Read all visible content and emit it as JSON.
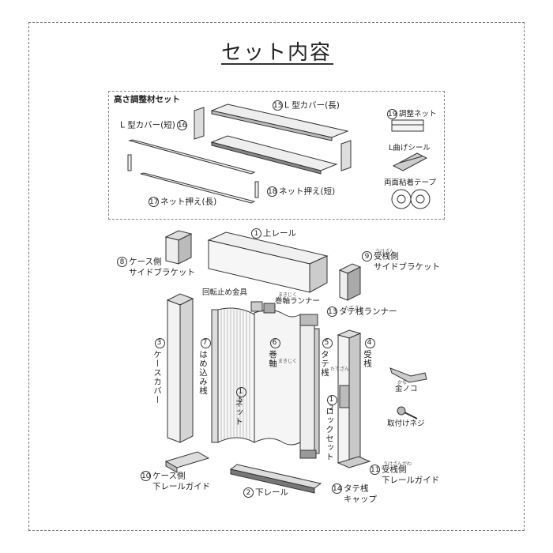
{
  "title": "セット内容",
  "subset": {
    "title": "高さ調整材セット",
    "l_cover_long": {
      "num": "15",
      "text": "L 型カバー(長)"
    },
    "l_cover_short": {
      "num": "16",
      "text": "L 型カバー(短)"
    },
    "net_press_long": {
      "num": "17",
      "text": "ネット押え(長)"
    },
    "net_press_short": {
      "num": "18",
      "text": "ネット押え(短)"
    },
    "adjust_net": {
      "num": "19",
      "text": "調整ネット"
    },
    "l_seal": "L曲げシール",
    "tape": "両面粘着テープ"
  },
  "parts": {
    "top_rail": {
      "num": "1",
      "text": "上レール"
    },
    "bottom_rail": {
      "num": "2",
      "text": "下レール"
    },
    "case_cover": {
      "num": "3",
      "text": "ケースカバー"
    },
    "receiver": {
      "num": "4",
      "text": "受桟"
    },
    "vertical_bar": {
      "num": "5",
      "text": "タテ桟"
    },
    "roller": {
      "num": "6",
      "text": "巻軸"
    },
    "fitting_bar": {
      "num": "7",
      "text": "はめ込み桟"
    },
    "case_bracket": {
      "num": "8",
      "line1": "ケース側",
      "line2": "サイドブラケット"
    },
    "receiver_bracket": {
      "num": "9",
      "line1": "受桟側",
      "line2": "サイドブラケット"
    },
    "case_guide": {
      "num": "10",
      "line1": "ケース側",
      "line2": "下レールガイド"
    },
    "receiver_guide": {
      "num": "11",
      "line1": "受桟側",
      "line2": "下レールガイド"
    },
    "lock_set": {
      "num": "12",
      "text": "ロックセット"
    },
    "vertical_runner": {
      "num": "13",
      "text": "タテ桟ランナー"
    },
    "vertical_cap": {
      "num": "14",
      "line1": "タテ桟",
      "line2": "キャップ"
    },
    "net": {
      "num": "15",
      "text": "ネット"
    },
    "rotation_stop": "回転止め金具",
    "roller_runner": "巻軸ランナー",
    "saw": "金ノコ",
    "screw": "取付けネジ"
  },
  "ruby": {
    "receiver": "うけざん",
    "roller": "まきじく",
    "vertical": "たてざん",
    "ukezan_small": "うけざんがわ",
    "makijiku": "まきじく",
    "tate": "たてざん",
    "kanako": "かな"
  }
}
